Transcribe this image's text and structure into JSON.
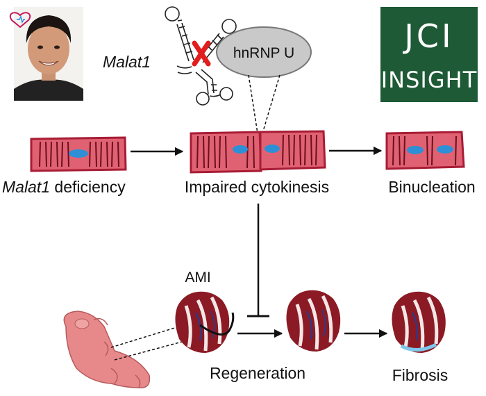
{
  "labels": {
    "malat1_gene": "Malat1",
    "protein": "hnRNP U",
    "deficiency_gene": "Malat1",
    "deficiency_rest": " deficiency",
    "cytokinesis": "Impaired cytokinesis",
    "binucleation": "Binucleation",
    "ami": "AMI",
    "regeneration": "Regeneration",
    "fibrosis": "Fibrosis"
  },
  "logo": {
    "line1": "JCI",
    "line2": "insight",
    "background_color": "#1e5a36",
    "text_color": "#ffffff"
  },
  "colors": {
    "cardiomyocyte_fill": "#e06272",
    "cardiomyocyte_stroke": "#a81c35",
    "nucleus": "#2e8fd6",
    "heart": "#8b1a24",
    "inhibition_cross": "#e21d1d",
    "protein_oval": "#c9c9c9",
    "mouse_pup": "#e7898a"
  },
  "icons": {
    "portrait": "author-photo",
    "badge": "heart-badge-icon",
    "rna": "malat1-rna-structure",
    "cross": "inhibition-x-icon"
  }
}
